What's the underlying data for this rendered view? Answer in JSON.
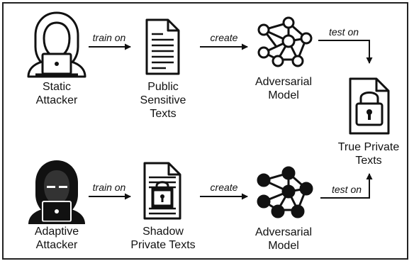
{
  "row_top": {
    "actor_label": "Static\nAttacker",
    "data_label": "Public\nSensitive\nTexts",
    "model_label": "Adversarial\nModel",
    "edge_train": "train on",
    "edge_create": "create",
    "edge_test": "test on"
  },
  "row_bottom": {
    "actor_label": "Adaptive\nAttacker",
    "data_label": "Shadow\nPrivate Texts",
    "model_label": "Adversarial\nModel",
    "edge_train": "train on",
    "edge_create": "create",
    "edge_test": "test on"
  },
  "target_label": "True Private\nTexts",
  "icons": {
    "static_attacker": "hooded-hacker-outline-icon",
    "adaptive_attacker": "hooded-hacker-filled-icon",
    "public_texts": "text-document-icon",
    "shadow_texts": "locked-document-icon",
    "model_top": "neural-network-outline-icon",
    "model_bottom": "neural-network-filled-icon",
    "target": "locked-document-icon"
  }
}
